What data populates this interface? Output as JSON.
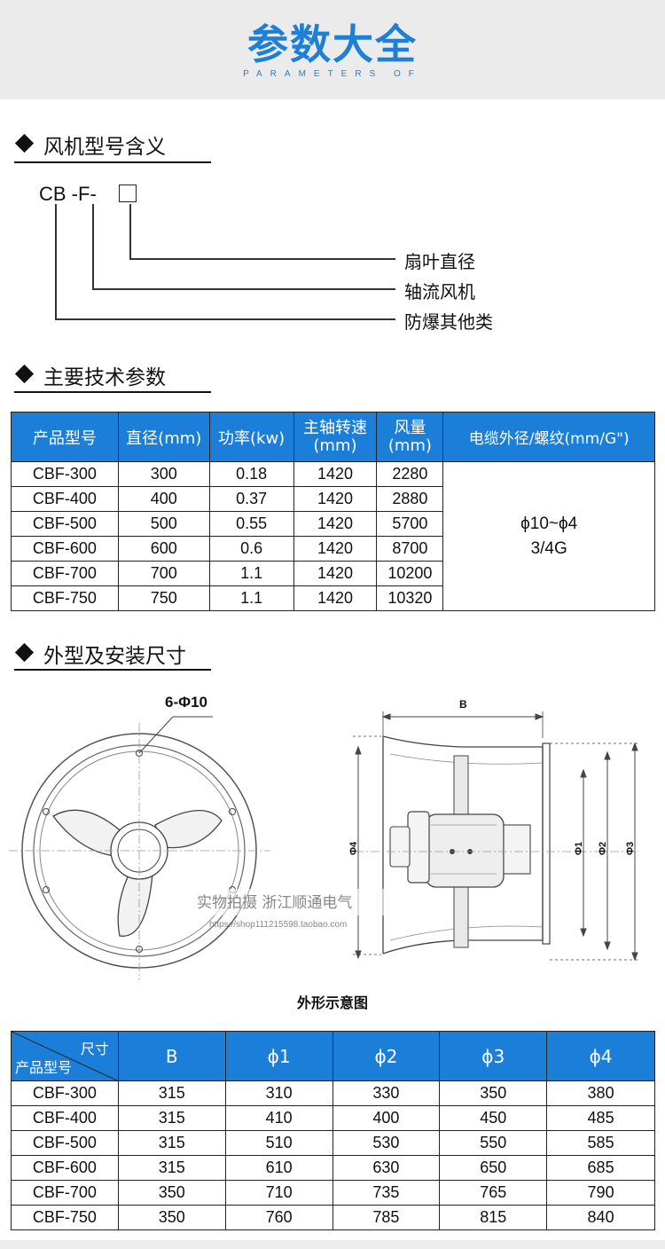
{
  "header": {
    "title": "参数大全",
    "subtitle": "PARAMETERS OF"
  },
  "sections": {
    "model_meaning": "风机型号含义",
    "tech_params": "主要技术参数",
    "dimensions": "外型及安装尺寸"
  },
  "model_code": {
    "code": "CB -F-",
    "labels": [
      "扇叶直径",
      "轴流风机",
      "防爆其他类"
    ]
  },
  "tech_table": {
    "headers": [
      "产品型号",
      "直径(mm)",
      "功率(kw)",
      "主轴转速\n(mm)",
      "风量\n(mm)",
      "电缆外径/螺纹(mm/G\")"
    ],
    "rows": [
      [
        "CBF-300",
        "300",
        "0.18",
        "1420",
        "2280"
      ],
      [
        "CBF-400",
        "400",
        "0.37",
        "1420",
        "2880"
      ],
      [
        "CBF-500",
        "500",
        "0.55",
        "1420",
        "5700"
      ],
      [
        "CBF-600",
        "600",
        "0.6",
        "1420",
        "8700"
      ],
      [
        "CBF-700",
        "700",
        "1.1",
        "1420",
        "10200"
      ],
      [
        "CBF-750",
        "750",
        "1.1",
        "1420",
        "10320"
      ]
    ],
    "cable_line1": "ϕ10~ϕ4",
    "cable_line2": "3/4G"
  },
  "diagram": {
    "hole_label": "6-Φ10",
    "dim_b": "B",
    "dim_phi1": "Φ1",
    "dim_phi2": "Φ2",
    "dim_phi3": "Φ3",
    "dim_phi4": "Φ4",
    "watermark": "实物拍摄  浙江顺通电气",
    "watermark_url": "https://shop111215598.taobao.com",
    "caption": "外形示意图"
  },
  "dim_table": {
    "corner_top": "尺寸",
    "corner_bottom": "产品型号",
    "headers": [
      "B",
      "ϕ1",
      "ϕ2",
      "ϕ3",
      "ϕ4"
    ],
    "rows": [
      [
        "CBF-300",
        "315",
        "310",
        "330",
        "350",
        "380"
      ],
      [
        "CBF-400",
        "315",
        "410",
        "400",
        "450",
        "485"
      ],
      [
        "CBF-500",
        "315",
        "510",
        "530",
        "550",
        "585"
      ],
      [
        "CBF-600",
        "315",
        "610",
        "630",
        "650",
        "685"
      ],
      [
        "CBF-700",
        "350",
        "710",
        "735",
        "765",
        "790"
      ],
      [
        "CBF-750",
        "350",
        "760",
        "785",
        "815",
        "840"
      ]
    ]
  },
  "colors": {
    "accent": "#1b7ed8",
    "header_bg": "#ebebeb"
  }
}
